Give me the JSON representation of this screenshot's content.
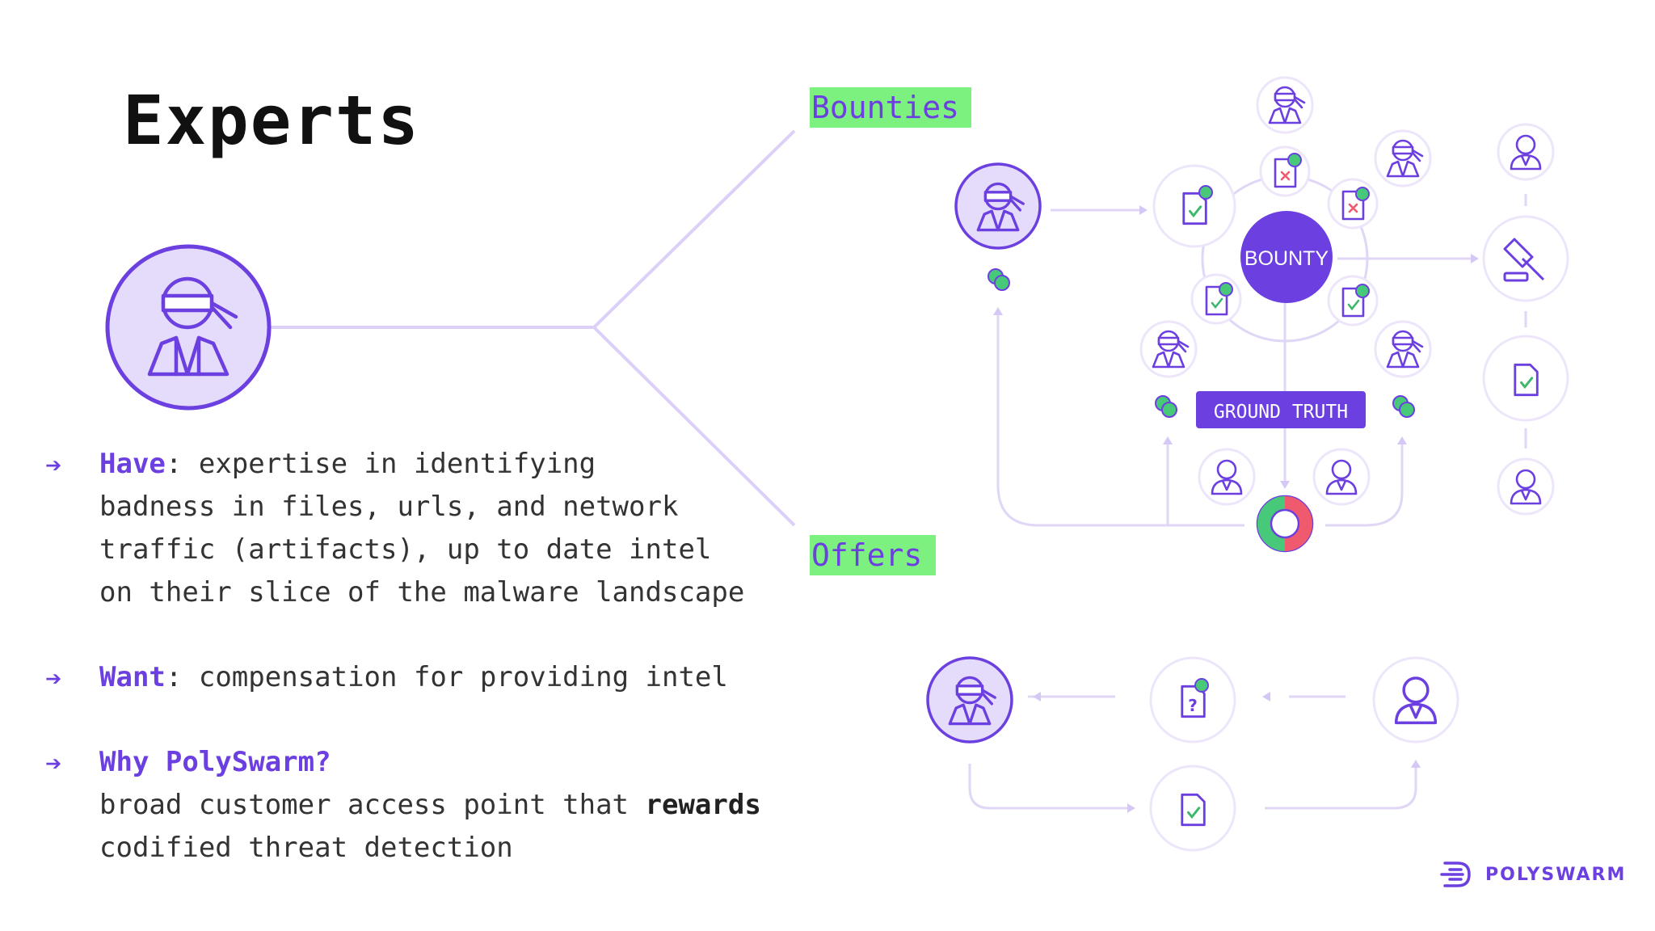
{
  "slide": {
    "title": "Experts"
  },
  "bullets": [
    {
      "key": "Have",
      "sep": ":",
      "line1": " expertise in identifying",
      "lines": [
        "badness in files, urls, and network",
        "traffic (artifacts), up to date intel",
        "on their slice of the malware landscape"
      ]
    },
    {
      "key": "Want",
      "sep": ":",
      "line1": " compensation for providing intel"
    },
    {
      "key": "Why PolySwarm?",
      "line_a": "broad customer access point that ",
      "bold": "rewards",
      "line_b": "codified threat detection"
    }
  ],
  "tags": {
    "bounties": "Bounties",
    "offers": "Offers"
  },
  "diagram": {
    "bounty_label": "BOUNTY",
    "ground_truth_label": "GROUND TRUTH"
  },
  "logo": {
    "text": "POLYSWARM"
  },
  "colors": {
    "accent": "#6c3fe0",
    "highlight": "#7df17f",
    "light_purple": "#dcd0f8",
    "ring": "#ede6fb"
  },
  "icons": [
    "ninja-expert-icon",
    "user-icon",
    "file-check-icon",
    "file-x-icon",
    "file-question-icon",
    "coins-icon",
    "gavel-icon",
    "verdict-wheel-icon",
    "polyswarm-logo-icon"
  ]
}
